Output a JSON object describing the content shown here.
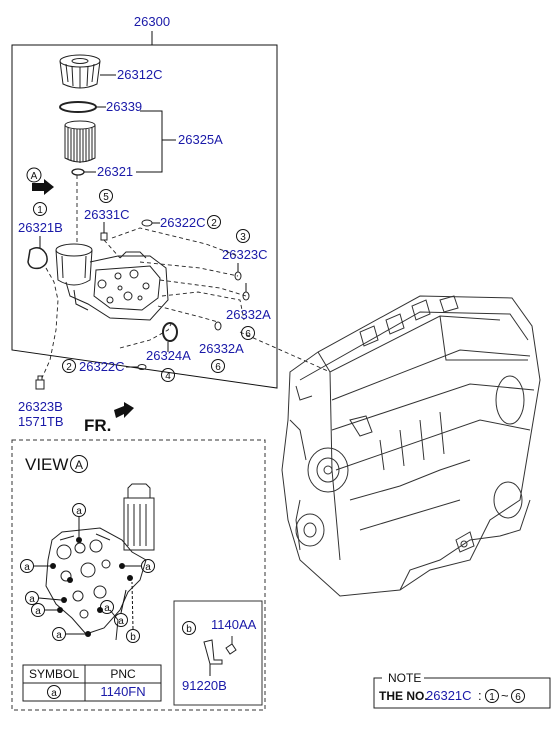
{
  "diagram": {
    "main_part_number": "26300",
    "callouts": {
      "cap": "26312C",
      "oring_top": "26339",
      "filter": "26325A",
      "oring_bottom": "26321",
      "gasket": "26321B",
      "plug_c": "26331C",
      "oring_5": "26322C",
      "oring_3": "26323C",
      "oring_a_top": "26332A",
      "oring_4": "26324A",
      "oring_a_bottom": "26332A",
      "oring_2": "26322C",
      "sensor_1": "26323B",
      "sensor_2": "1571TB"
    },
    "circle_markers": {
      "m1": "1",
      "m2": "2",
      "m2b": "2",
      "m3": "3",
      "m4": "4",
      "m5": "5",
      "m6a": "6",
      "m6b": "6",
      "m_a": "A"
    },
    "front_label": "FR.",
    "view": {
      "title": "VIEW",
      "marker": "A",
      "bracket_part": "1140AA",
      "bracket_part2": "91220B",
      "b_marker": "b",
      "a_marker": "a",
      "table": {
        "headers": [
          "SYMBOL",
          "PNC"
        ],
        "symbol": "a",
        "pnc": "1140FN"
      }
    },
    "note": {
      "title": "NOTE",
      "prefix": "THE NO.",
      "part": "26321C",
      "colon": ":",
      "from": "1",
      "tilde": "~",
      "to": "6"
    }
  }
}
